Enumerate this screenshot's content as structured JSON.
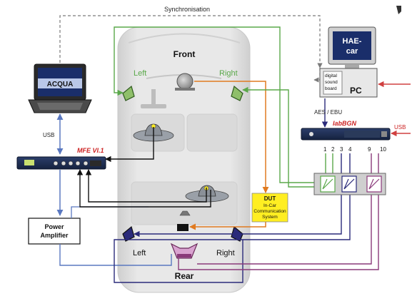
{
  "colors": {
    "green": "#5aa84a",
    "dashed": "#7a7a7a",
    "orange": "#e07a20",
    "navy": "#2a2a7a",
    "purple": "#8a3a7a",
    "blue": "#5a78c0",
    "red": "#d04040",
    "black": "#111111",
    "label_red": "#cc2222",
    "car_body": "#e4e4e4",
    "dut_yellow": "#ffee22"
  },
  "labels": {
    "synchronisation": "Synchronisation",
    "front": "Front",
    "rear": "Rear",
    "front_left": "Left",
    "front_right": "Right",
    "rear_left": "Left",
    "rear_right": "Right",
    "usb_left": "USB",
    "usb_right": "USB",
    "aes_ebu": "AES / EBU",
    "acqua": "ACQUA",
    "mfe": "MFE VI.1",
    "labbgn": "labBGN",
    "power_amp_line1": "Power",
    "power_amp_line2": "Amplifier",
    "dut_line1": "DUT",
    "dut_line2": "In-Car",
    "dut_line3": "Communication",
    "dut_line4": "System",
    "hae_line1": "HAE-",
    "hae_line2": "car",
    "pc": "PC",
    "soundboard_line1": "digital",
    "soundboard_line2": "sound",
    "soundboard_line3": "board",
    "ch1": "1",
    "ch2": "2",
    "ch3": "3",
    "ch4": "4",
    "ch9": "9",
    "ch10": "10"
  }
}
